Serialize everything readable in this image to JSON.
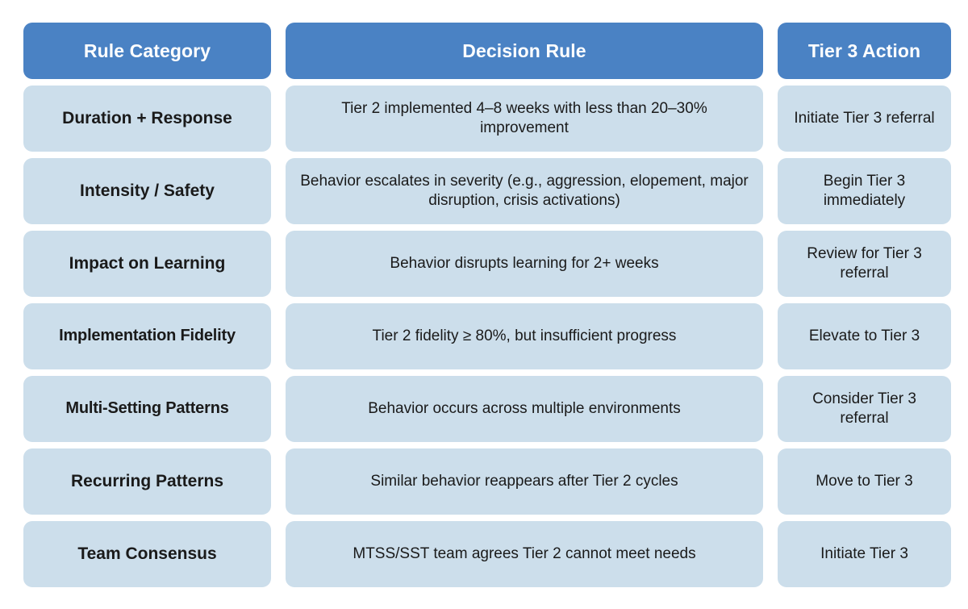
{
  "table": {
    "columns": [
      {
        "key": "category",
        "label": "Rule Category"
      },
      {
        "key": "rule",
        "label": "Decision Rule"
      },
      {
        "key": "action",
        "label": "Tier 3 Action"
      }
    ],
    "colors": {
      "header_bg": "#4a82c4",
      "header_text": "#ffffff",
      "cell_bg": "#ccdeeb",
      "cell_text": "#1a1a1a",
      "page_bg": "#ffffff"
    },
    "rows": [
      {
        "category": "Duration + Response",
        "rule": "Tier 2 implemented 4–8 weeks with less than 20–30% improvement",
        "action": "Initiate Tier 3 referral"
      },
      {
        "category": "Intensity / Safety",
        "rule": "Behavior escalates in severity (e.g., aggression, elopement, major disruption, crisis activations)",
        "action": "Begin Tier 3 immediately"
      },
      {
        "category": "Impact on Learning",
        "rule": "Behavior disrupts learning for 2+ weeks",
        "action": "Review for Tier 3 referral"
      },
      {
        "category": "Implementation Fidelity",
        "rule": "Tier 2 fidelity ≥ 80%, but insufficient progress",
        "action": "Elevate to Tier 3"
      },
      {
        "category": "Multi-Setting Patterns",
        "rule": "Behavior occurs across multiple environments",
        "action": "Consider Tier 3 referral"
      },
      {
        "category": "Recurring Patterns",
        "rule": "Similar behavior reappears after Tier 2 cycles",
        "action": "Move to Tier 3"
      },
      {
        "category": "Team Consensus",
        "rule": "MTSS/SST team agrees Tier 2 cannot meet needs",
        "action": "Initiate Tier 3"
      }
    ]
  }
}
